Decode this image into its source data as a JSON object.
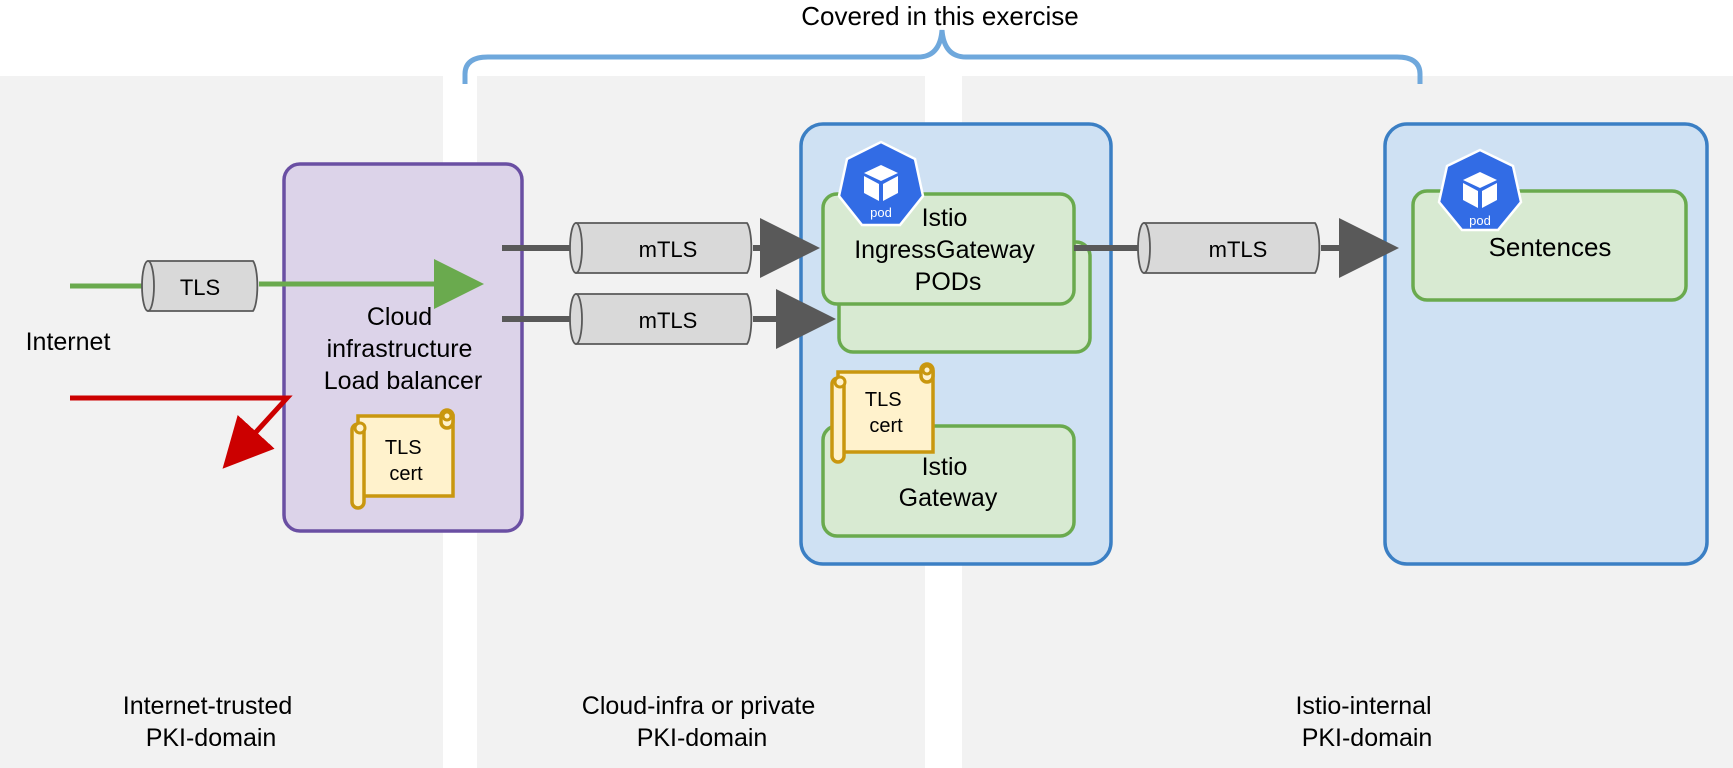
{
  "bracket_label": "Covered in this exercise",
  "internet_label": "Internet",
  "domains": {
    "internet": {
      "line1": "Internet-trusted",
      "line2": "PKI-domain"
    },
    "cloud": {
      "line1": "Cloud-infra or private",
      "line2": "PKI-domain"
    },
    "istio": {
      "line1": "Istio-internal",
      "line2": "PKI-domain"
    }
  },
  "load_balancer": {
    "line1": "Cloud",
    "line2": "infrastructure",
    "line3": "Load balancer"
  },
  "tls_tube": "TLS",
  "mtls_top": "mTLS",
  "mtls_bottom": "mTLS",
  "mtls_right": "mTLS",
  "cert_lb": {
    "line1": "TLS",
    "line2": "cert"
  },
  "cert_gw": {
    "line1": "TLS",
    "line2": "cert"
  },
  "ingress_pods": {
    "line1": "Istio",
    "line2": "IngressGateway",
    "line3": "PODs"
  },
  "istio_gateway": {
    "line1": "Istio",
    "line2": "Gateway"
  },
  "sentences": "Sentences",
  "pod_icon_label": "pod",
  "colors": {
    "domain_bg": "#f2f2f2",
    "lb_fill": "#dcd3e9",
    "lb_stroke": "#6a4fa3",
    "cluster_fill": "#cfe1f3",
    "cluster_stroke": "#3b7fc4",
    "pod_fill": "#d8ead2",
    "pod_stroke": "#6aaa4e",
    "cert_fill": "#fff2cc",
    "cert_stroke": "#c9970f",
    "tls_arrow": "#6aaa4e",
    "reject_arrow": "#cc0000",
    "mtls_arrow": "#595959",
    "bracket": "#6fa8dc",
    "k8s_blue": "#326ce5"
  }
}
